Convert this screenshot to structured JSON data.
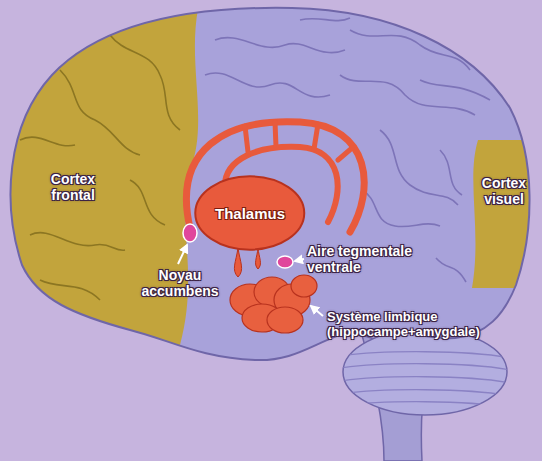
{
  "diagram": {
    "nodes": [
      {
        "text": [
          "Thalamus"
        ]
      }
    ],
    "labels": [
      "Cortex frontal",
      "Cortex visuel",
      "Noyau accumbens",
      "Aire tegmentale ventrale",
      "Système limbique (hippocampe+amygdale)"
    ]
  }
}
